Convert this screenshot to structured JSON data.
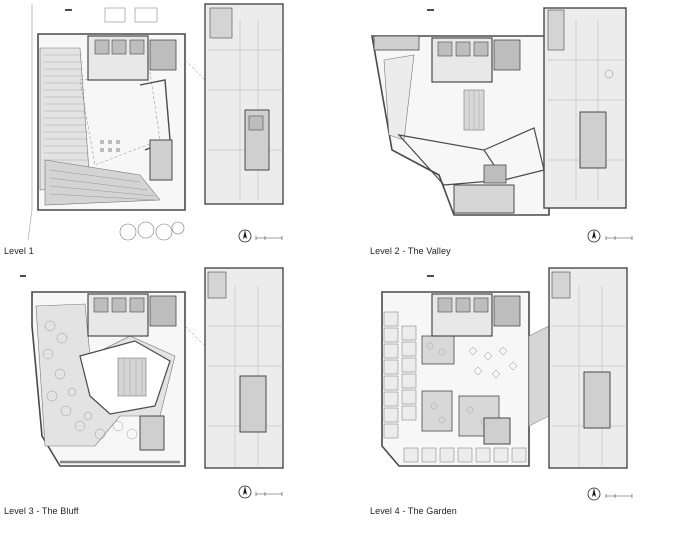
{
  "plans": [
    {
      "label": "Level 1"
    },
    {
      "label": "Level 2 - The Valley"
    },
    {
      "label": "Level 3 - The Bluff"
    },
    {
      "label": "Level 4 - The Garden"
    }
  ],
  "colors": {
    "wall": "#4a4a4a",
    "light_fill": "#e3e3e3",
    "mid_fill": "#cfcfcf",
    "core_fill": "#bdbdbd",
    "line": "#777777"
  },
  "icons": [
    "north-arrow-icon",
    "scale-bar-icon"
  ]
}
